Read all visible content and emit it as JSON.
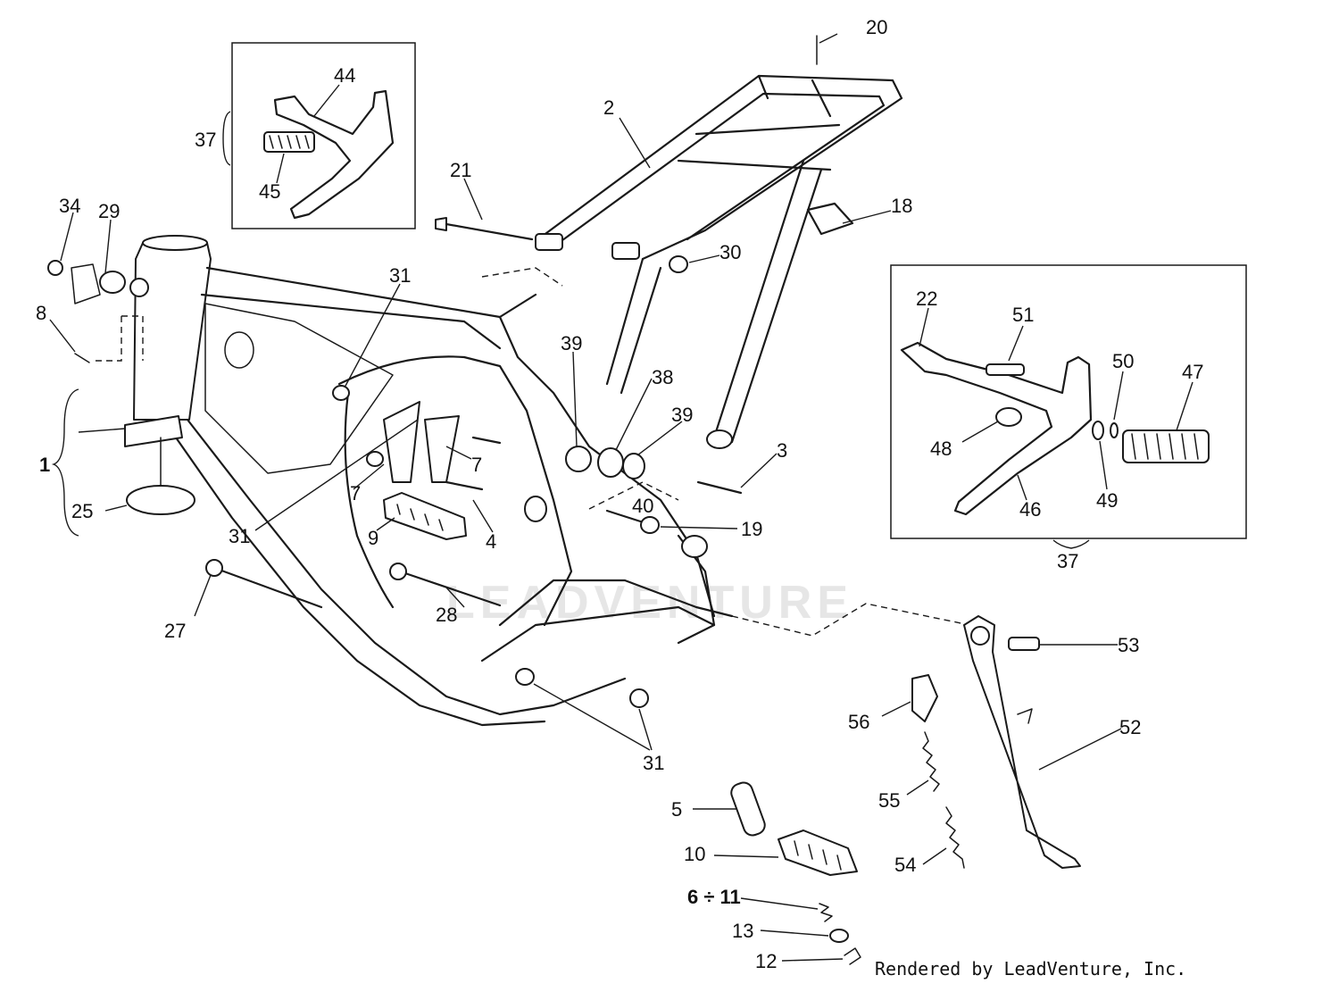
{
  "callouts": {
    "c1": "1",
    "c2": "2",
    "c3": "3",
    "c4": "4",
    "c5": "5",
    "c7a": "7",
    "c7b": "7",
    "c8": "8",
    "c9": "9",
    "c10": "10",
    "c611": "6 ÷ 11",
    "c12": "12",
    "c13": "13",
    "c18": "18",
    "c19": "19",
    "c20": "20",
    "c21": "21",
    "c22": "22",
    "c25": "25",
    "c27": "27",
    "c28": "28",
    "c29": "29",
    "c30": "30",
    "c31a": "31",
    "c31b": "31",
    "c31c": "31",
    "c34": "34",
    "c37a": "37",
    "c37b": "37",
    "c38": "38",
    "c39a": "39",
    "c39b": "39",
    "c40": "40",
    "c44": "44",
    "c45": "45",
    "c46": "46",
    "c47": "47",
    "c48": "48",
    "c49": "49",
    "c50": "50",
    "c51": "51",
    "c52": "52",
    "c53": "53",
    "c54": "54",
    "c55": "55",
    "c56": "56"
  },
  "watermark": "LEADVENTURE",
  "credit": "Rendered by LeadVenture, Inc."
}
